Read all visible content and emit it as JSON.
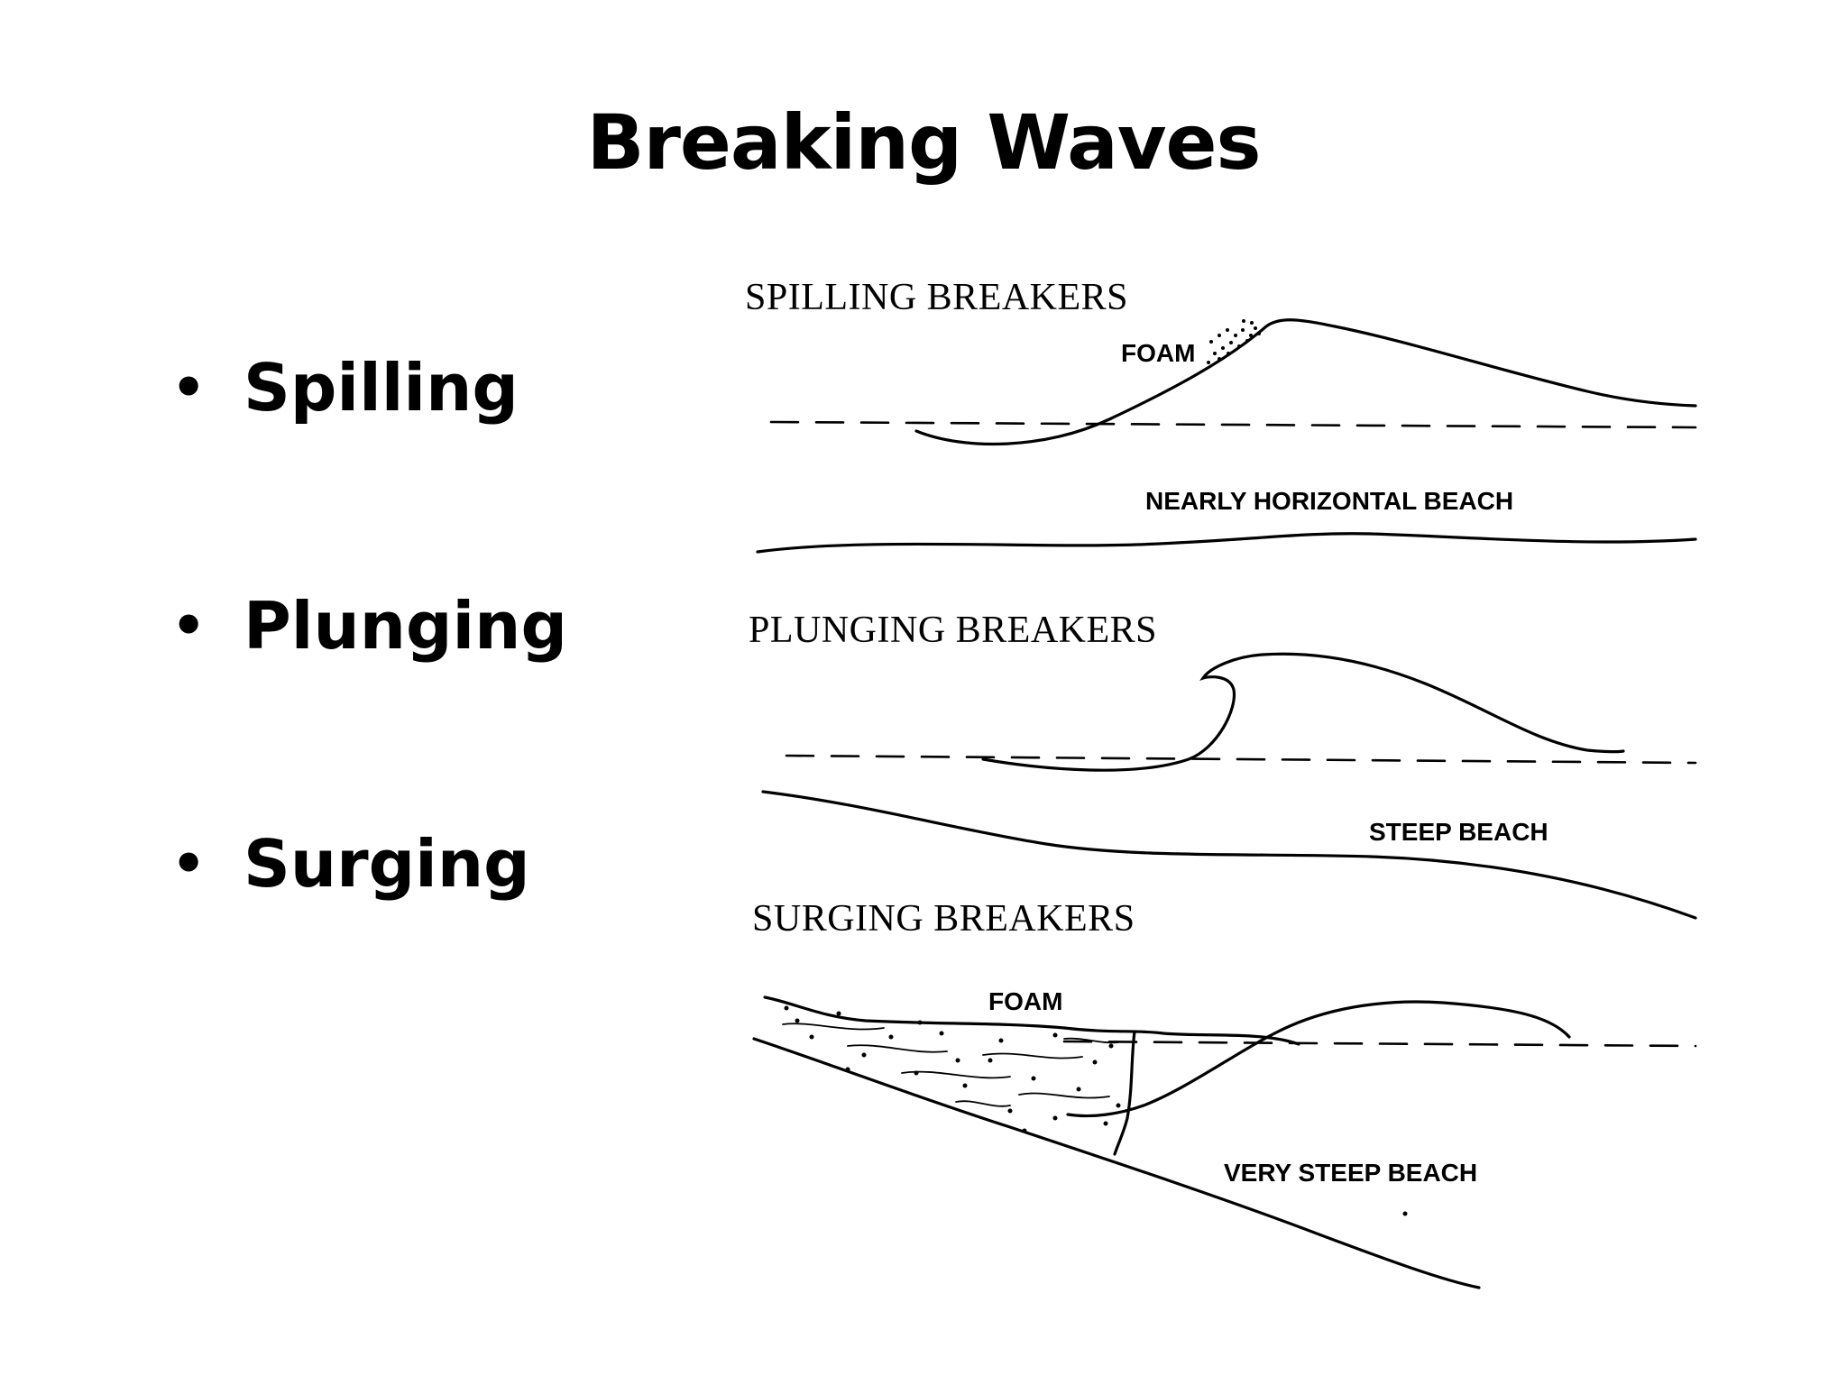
{
  "title": "Breaking Waves",
  "bullets": [
    {
      "label": "Spilling"
    },
    {
      "label": "Plunging"
    },
    {
      "label": "Surging"
    }
  ],
  "bullet_glyph": "•",
  "diagram": {
    "spilling": {
      "heading": "SPILLING BREAKERS",
      "foam_label": "FOAM",
      "beach_label": "NEARLY HORIZONTAL BEACH"
    },
    "plunging": {
      "heading": "PLUNGING BREAKERS",
      "beach_label": "STEEP BEACH"
    },
    "surging": {
      "heading": "SURGING BREAKERS",
      "foam_label": "FOAM",
      "beach_label": "VERY STEEP BEACH"
    }
  }
}
